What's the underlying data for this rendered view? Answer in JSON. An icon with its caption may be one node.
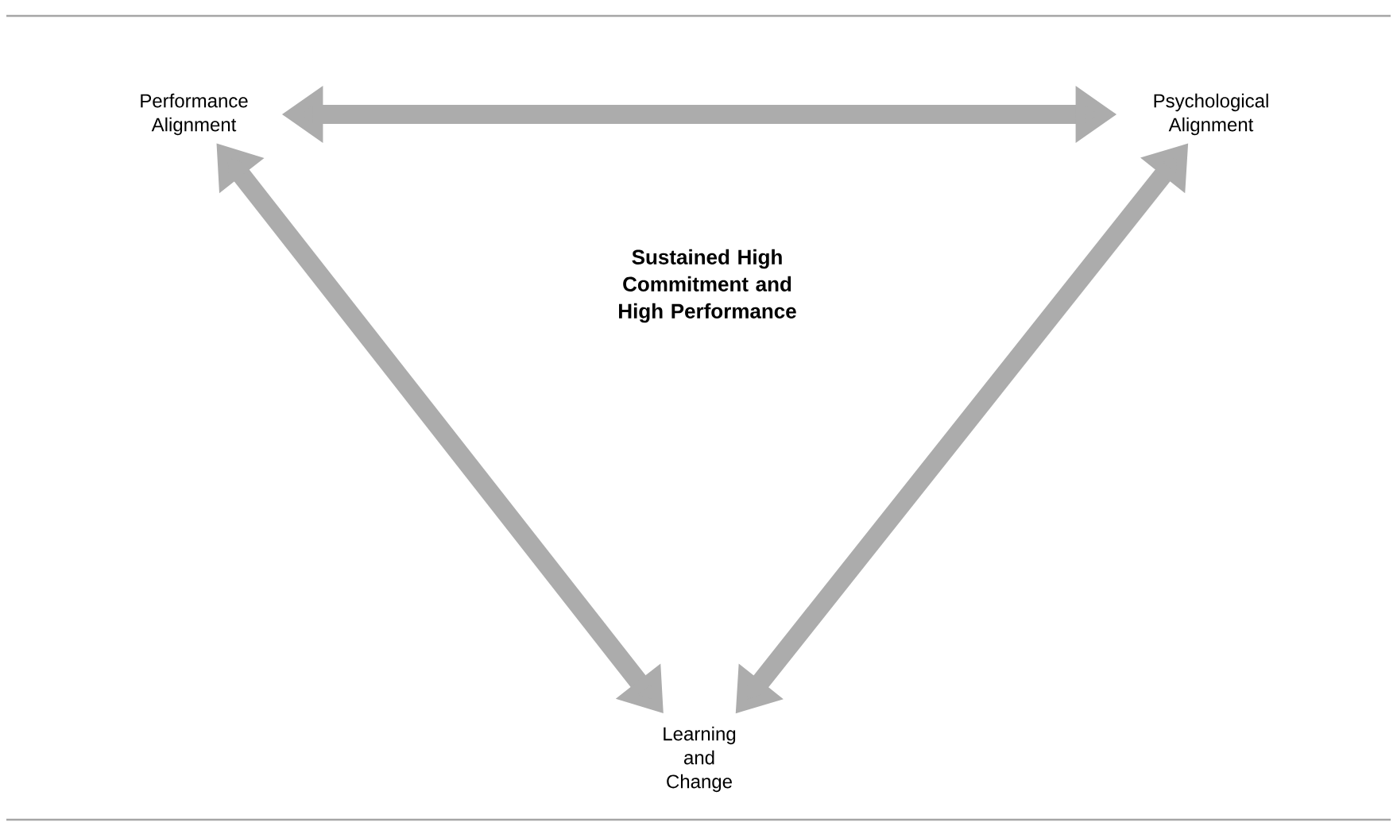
{
  "diagram": {
    "nodes": [
      {
        "text": [
          "Performance Alignment"
        ]
      },
      {
        "text": [
          "Psychological Alignment"
        ]
      },
      {
        "text": [
          "Learning and Change"
        ]
      }
    ],
    "edges": [
      {
        "from": 0,
        "to": 1,
        "arrow": "both"
      },
      {
        "from": 0,
        "to": 2,
        "arrow": "both"
      },
      {
        "from": 1,
        "to": 2,
        "arrow": "both"
      }
    ],
    "labels": [
      "Sustained High Commitment and High Performance"
    ]
  }
}
